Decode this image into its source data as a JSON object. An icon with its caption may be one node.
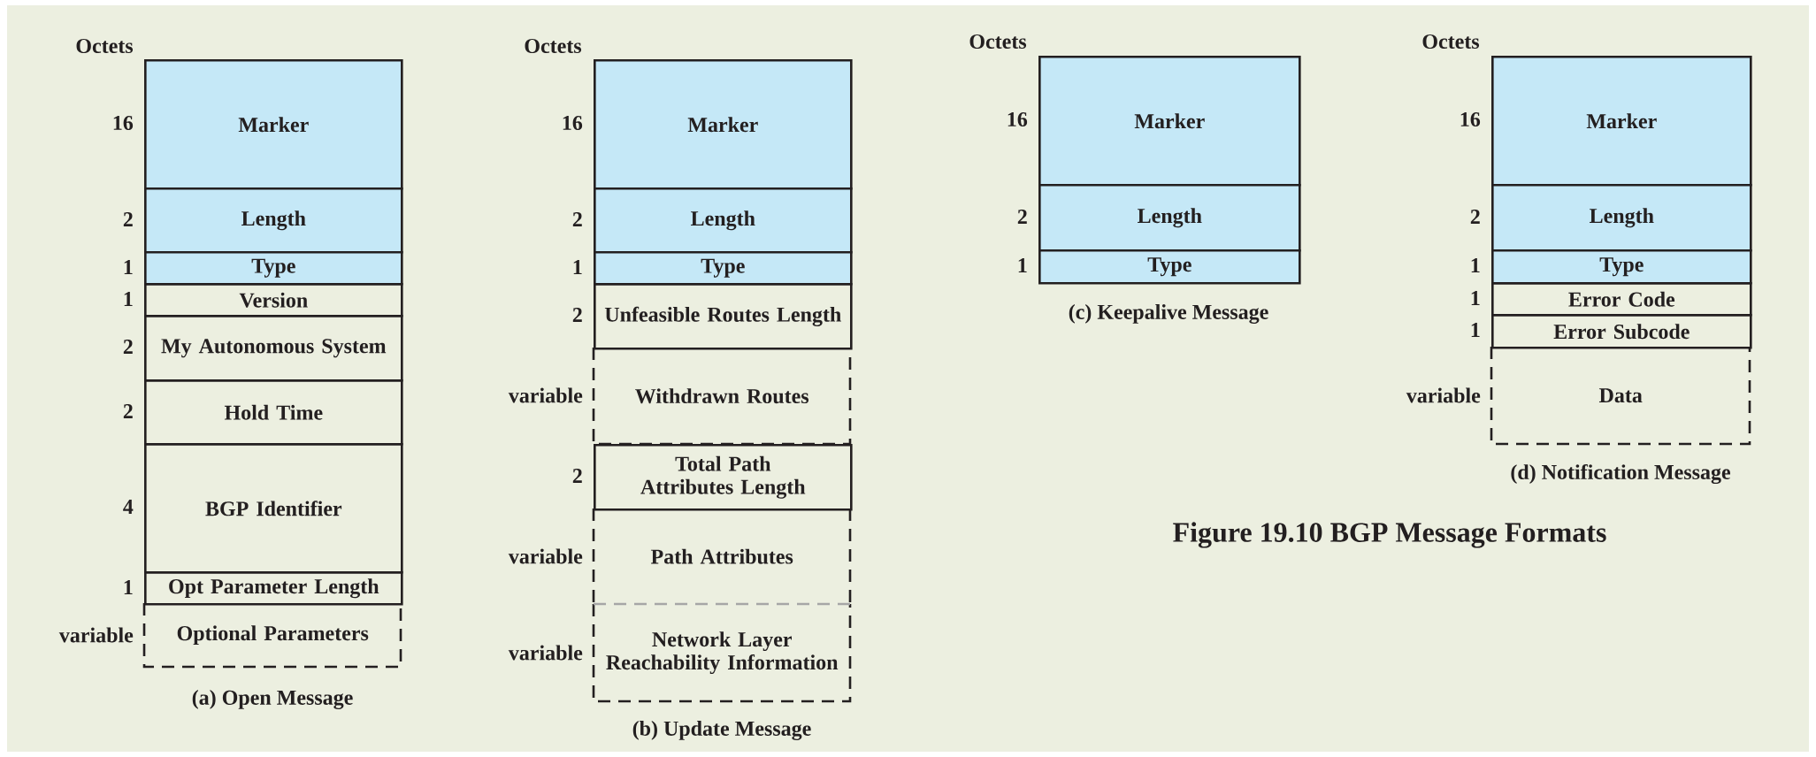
{
  "diagram": {
    "caption": "Figure 19.10  BGP Message Formats",
    "nodes": [
      {
        "text": [
          "Marker"
        ],
        "beside": [
          "16"
        ]
      },
      {
        "text": [
          "Length"
        ],
        "beside": [
          "2"
        ]
      },
      {
        "text": [
          "Type"
        ],
        "beside": [
          "1"
        ]
      },
      {
        "text": [
          "Version"
        ],
        "beside": [
          "1"
        ]
      },
      {
        "text": [
          "My Autonomous System"
        ],
        "beside": [
          "2"
        ]
      },
      {
        "text": [
          "Hold Time"
        ],
        "beside": [
          "2"
        ]
      },
      {
        "text": [
          "BGP Identifier"
        ],
        "beside": [
          "4"
        ]
      },
      {
        "text": [
          "Opt Parameter Length"
        ],
        "beside": [
          "1"
        ]
      },
      {
        "text": [
          "Optional Parameters"
        ],
        "beside": [
          "variable"
        ]
      },
      {
        "text": [
          "Marker"
        ],
        "beside": [
          "16"
        ]
      },
      {
        "text": [
          "Length"
        ],
        "beside": [
          "2"
        ]
      },
      {
        "text": [
          "Type"
        ],
        "beside": [
          "1"
        ]
      },
      {
        "text": [
          "Unfeasible Routes Length"
        ],
        "beside": [
          "2"
        ]
      },
      {
        "text": [
          "Withdrawn Routes"
        ],
        "beside": [
          "variable"
        ]
      },
      {
        "text": [
          "Total Path Attributes Length"
        ],
        "beside": [
          "2"
        ]
      },
      {
        "text": [
          "Path Attributes"
        ],
        "beside": [
          "variable"
        ]
      },
      {
        "text": [
          "Network Layer Reachability Information"
        ],
        "beside": [
          "variable"
        ]
      },
      {
        "text": [
          "Marker"
        ],
        "beside": [
          "16"
        ]
      },
      {
        "text": [
          "Length"
        ],
        "beside": [
          "2"
        ]
      },
      {
        "text": [
          "Type"
        ],
        "beside": [
          "1"
        ]
      },
      {
        "text": [
          "Marker"
        ],
        "beside": [
          "16"
        ]
      },
      {
        "text": [
          "Length"
        ],
        "beside": [
          "2"
        ]
      },
      {
        "text": [
          "Type"
        ],
        "beside": [
          "1"
        ]
      },
      {
        "text": [
          "Error Code"
        ],
        "beside": [
          "1"
        ]
      },
      {
        "text": [
          "Error Subcode"
        ],
        "beside": [
          "1"
        ]
      },
      {
        "text": [
          "Data"
        ],
        "beside": [
          "variable"
        ]
      }
    ],
    "labels": [
      "Octets",
      "(a) Open Message",
      "Octets",
      "(b) Update Message",
      "Octets",
      "(c) Keepalive Message",
      "Octets",
      "(d) Notification Message"
    ]
  }
}
